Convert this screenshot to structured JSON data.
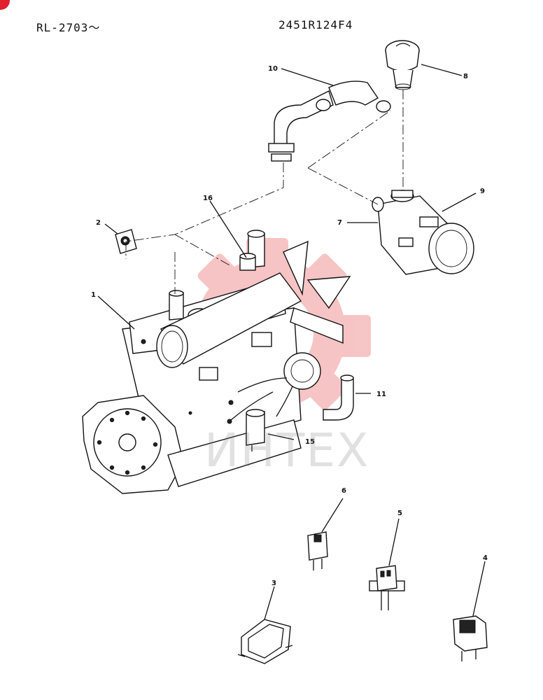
{
  "header": {
    "left_code": "RL-2703〜",
    "right_code": "2451R124F4"
  },
  "watermark": {
    "text": "ИНТЕХ",
    "color": "#e03030"
  },
  "accent_color": "#e0202e",
  "callouts": {
    "c1": "1",
    "c2": "2",
    "c3": "3",
    "c4": "4",
    "c5": "5",
    "c6": "6",
    "c7": "7",
    "c8": "8",
    "c9": "9",
    "c10": "10",
    "c11": "11",
    "c15": "15",
    "c16": "16"
  }
}
